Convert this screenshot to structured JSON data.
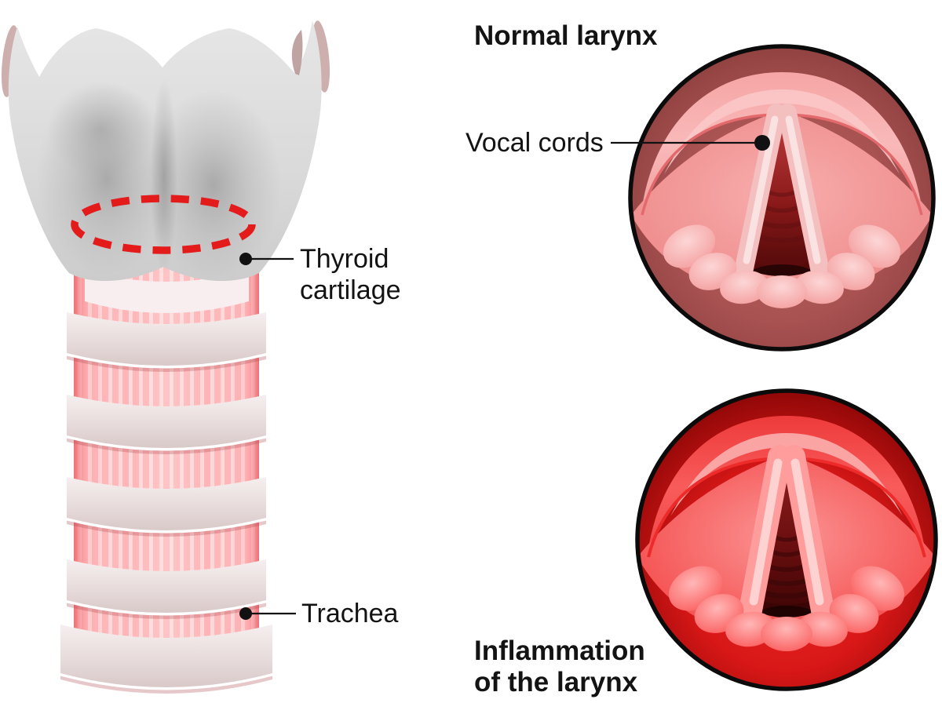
{
  "figure": {
    "normal_title": "Normal larynx",
    "vocal_cords_label": "Vocal cords",
    "thyroid_cartilage_label": "Thyroid cartilage",
    "trachea_label": "Trachea",
    "inflammation_title": "Inflammation of the larynx"
  },
  "colors": {
    "background": "#ffffff",
    "label_text": "#131313",
    "leader_line": "#111111",
    "dashed_highlight_ellipse": "#e31b1b",
    "cartilage_gray": "#d9d9d9",
    "cartilage_shadow_gray": "#a8a8a8",
    "trachea_ring_beige": "#e9dcdc",
    "trachea_membrane_pink": "#ffb5b7",
    "trachea_membrane_stripe": "#ffd8d9",
    "normal_wall_brick": "#a85252",
    "normal_epiglottis_pink": "#f7abab",
    "normal_tissue_pink": "#f09494",
    "vocal_cord_light_pink": "#f3bfbf",
    "glottis_dark_red": "#5c0d0d",
    "inflamed_wall_red": "#c91212",
    "inflamed_epiglottis_red": "#f55050",
    "inflamed_tissue_red": "#f96f6f",
    "inflamed_cord_pink": "#ff9c9c",
    "circle_outline_black": "#0b0b0b"
  }
}
